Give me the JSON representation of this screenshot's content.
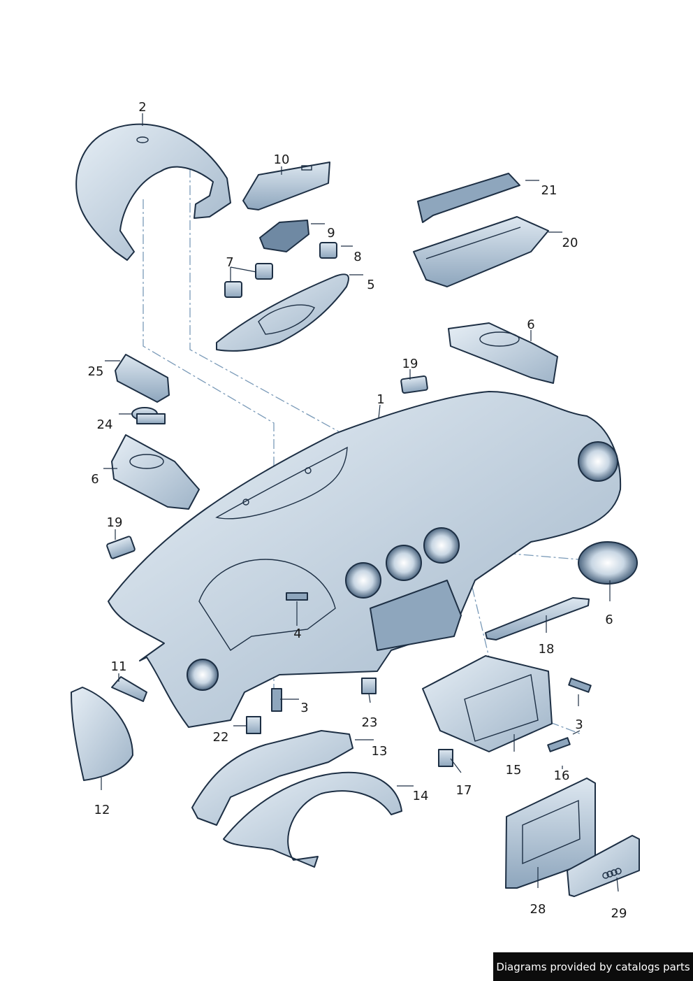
{
  "diagram": {
    "callouts": {
      "c1": "1",
      "c2": "2",
      "c3a": "3",
      "c3b": "3",
      "c4": "4",
      "c5": "5",
      "c6a": "6",
      "c6b": "6",
      "c6c": "6",
      "c7": "7",
      "c8": "8",
      "c9": "9",
      "c10": "10",
      "c11": "11",
      "c12": "12",
      "c13": "13",
      "c14": "14",
      "c15": "15",
      "c16": "16",
      "c17": "17",
      "c18": "18",
      "c19a": "19",
      "c19b": "19",
      "c20": "20",
      "c21": "21",
      "c22": "22",
      "c23": "23",
      "c24": "24",
      "c25": "25",
      "c28": "28",
      "c29": "29"
    },
    "colors": {
      "part_fill": "#cfdce8",
      "part_shade": "#9fb4c8",
      "outline": "#1d2f44",
      "dash_line": "#7a9ab8"
    }
  },
  "footer": {
    "credit": "Diagrams provided by catalogs parts"
  }
}
